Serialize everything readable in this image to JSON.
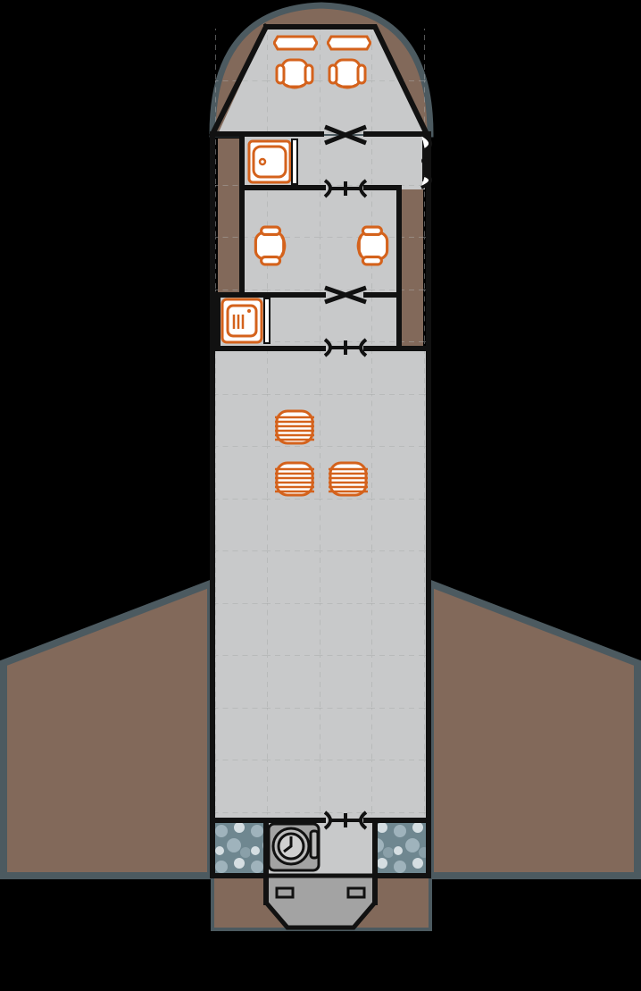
{
  "map": {
    "kind": "spaceship-deck-plan",
    "colors": {
      "background": "#000000",
      "hull": "#82695a",
      "hull_edge": "#4c5a60",
      "floor": "#c8c9ca",
      "wall": "#111111",
      "furniture": "#d4621c",
      "furniture_fill": "#ffffff",
      "engine": "#a3a3a3",
      "tank_a": "#9fb3bc",
      "tank_b": "#6f8790"
    },
    "rooms": [
      {
        "id": "bridge"
      },
      {
        "id": "galley"
      },
      {
        "id": "lounge"
      },
      {
        "id": "refresher"
      },
      {
        "id": "cargo-hold"
      },
      {
        "id": "engine-room"
      },
      {
        "id": "fuel-tank-port"
      },
      {
        "id": "fuel-tank-starboard"
      }
    ],
    "doors": [
      {
        "id": "door-bridge",
        "state": "open"
      },
      {
        "id": "door-galley",
        "state": "closed"
      },
      {
        "id": "door-lounge",
        "state": "open"
      },
      {
        "id": "door-cargo",
        "state": "closed"
      },
      {
        "id": "door-engine",
        "state": "closed"
      },
      {
        "id": "airlock-starboard",
        "state": "closed"
      }
    ],
    "furniture": [
      {
        "id": "bridge-console-left",
        "icon": "console-icon"
      },
      {
        "id": "bridge-console-right",
        "icon": "console-icon"
      },
      {
        "id": "pilot-seat",
        "icon": "seat-icon"
      },
      {
        "id": "copilot-seat",
        "icon": "seat-icon"
      },
      {
        "id": "galley-sink",
        "icon": "sink-icon"
      },
      {
        "id": "lounge-seat-left",
        "icon": "seat-icon"
      },
      {
        "id": "lounge-seat-right",
        "icon": "seat-icon"
      },
      {
        "id": "refresher-unit",
        "icon": "refresher-icon"
      },
      {
        "id": "cargo-crate-1",
        "icon": "crate-icon"
      },
      {
        "id": "cargo-crate-2",
        "icon": "crate-icon"
      },
      {
        "id": "cargo-crate-3",
        "icon": "crate-icon"
      },
      {
        "id": "reactor",
        "icon": "reactor-icon"
      }
    ]
  }
}
